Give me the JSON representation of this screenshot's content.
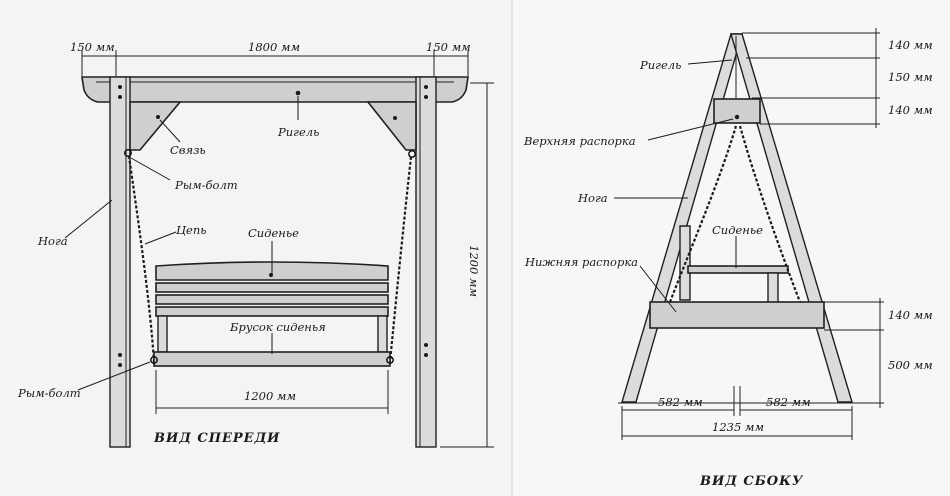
{
  "front_view": {
    "title": "ВИД СПЕРЕДИ",
    "dimensions": {
      "overhang_left": "150 мм",
      "span": "1800 мм",
      "overhang_right": "150 мм",
      "height": "1200 мм",
      "seat_width": "1200 мм"
    },
    "labels": {
      "beam": "Ригель",
      "brace": "Связь",
      "eye_bolt_top": "Рым-болт",
      "leg": "Нога",
      "chain": "Цепь",
      "seat": "Сиденье",
      "seat_bar": "Брусок сиденья",
      "eye_bolt_bottom": "Рым-болт"
    }
  },
  "side_view": {
    "title": "ВИД СБОКУ",
    "dimensions": {
      "top_1": "140 мм",
      "top_2": "150 мм",
      "top_3": "140 мм",
      "lower_brace": "140 мм",
      "lower_height": "500 мм",
      "half_left": "582 мм",
      "half_right": "582 мм",
      "base": "1235 мм"
    },
    "labels": {
      "beam": "Ригель",
      "upper_spacer": "Верхняя распорка",
      "leg": "Нога",
      "seat": "Сиденье",
      "lower_spacer": "Нижняя распорка"
    }
  }
}
